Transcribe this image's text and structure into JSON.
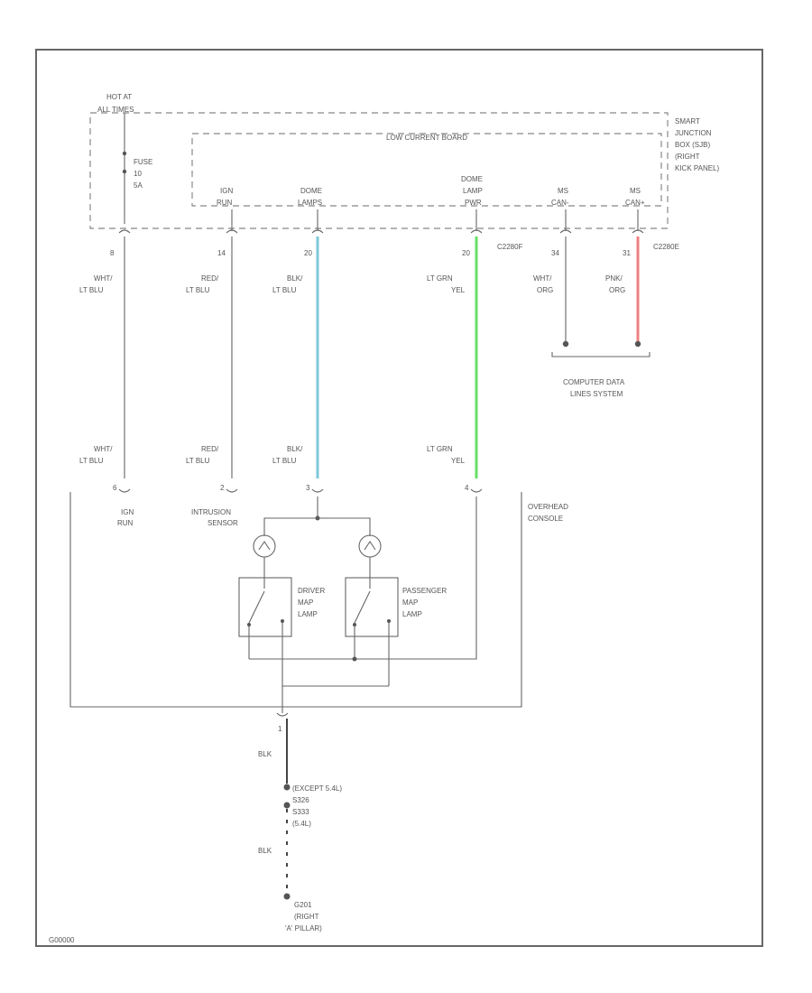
{
  "labels": {
    "hot_at_all_times": [
      "HOT AT",
      "ALL TIMES"
    ],
    "fuse": [
      "FUSE",
      "10",
      "5A"
    ],
    "low_current_board": "LOW CURRENT BOARD",
    "sjb": [
      "SMART",
      "JUNCTION",
      "BOX (SJB)",
      "(RIGHT",
      "KICK PANEL)"
    ],
    "pin_ign_run": [
      "IGN",
      "RUN"
    ],
    "pin_dome_lamps": [
      "DOME",
      "LAMPS"
    ],
    "pin_dome_lamp_pwr": [
      "DOME",
      "LAMP",
      "PWR"
    ],
    "pin_ms_can_low": [
      "MS",
      "CAN-"
    ],
    "pin_ms_can_high": [
      "MS",
      "CAN+"
    ],
    "conn_c2280f": "C2280F",
    "conn_c2280e": "C2280E",
    "circuit_nums": [
      "8",
      "14",
      "20",
      "20",
      "34",
      "31"
    ],
    "wire_wht_lt_blu": [
      "WHT/",
      "LT BLU"
    ],
    "wire_red_lt_blu": [
      "RED/",
      "LT BLU"
    ],
    "wire_blk_lt_blu": [
      "BLK/",
      "LT BLU"
    ],
    "wire_lt_grn_yel": [
      "LT GRN",
      "YEL"
    ],
    "wire_wht_org": [
      "WHT/",
      "ORG"
    ],
    "wire_pnk_org": [
      "PNK/",
      "ORG"
    ],
    "computer_data_lines": [
      "COMPUTER DATA",
      "LINES SYSTEM"
    ],
    "console_pins": [
      "6",
      "2",
      "3",
      "4"
    ],
    "ign_run": [
      "IGN",
      "RUN"
    ],
    "intrusion_sensor": [
      "INTRUSION",
      "SENSOR"
    ],
    "overhead_console": [
      "OVERHEAD",
      "CONSOLE"
    ],
    "driver_map_lamp": [
      "DRIVER",
      "MAP",
      "LAMP"
    ],
    "passenger_map_lamp": [
      "PASSENGER",
      "MAP",
      "LAMP"
    ],
    "ground_pin": "1",
    "wire_blk": "BLK",
    "splice_notes": [
      "(EXCEPT 5.4L)",
      "S326",
      "S333",
      "(5.4L)"
    ],
    "wire_blk_2": "BLK",
    "ground_ref": [
      "G201",
      "(RIGHT",
      "'A' PILLAR)"
    ],
    "diagram_id": "G00000"
  },
  "colors": {
    "wire_blk_lt_blu": "#7ec8d9",
    "wire_lt_grn_yel": "#66e066",
    "wire_pnk_org": "#f08080",
    "frame": "#666666"
  }
}
